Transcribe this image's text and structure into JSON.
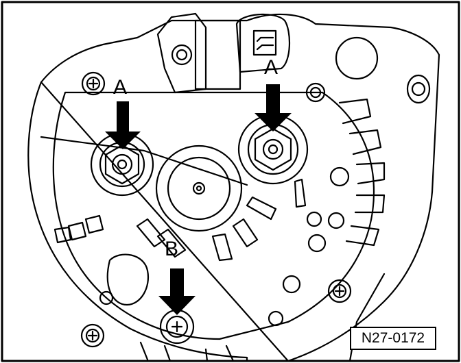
{
  "diagram": {
    "labels": {
      "a_left": "A",
      "a_right": "A",
      "b": "B"
    },
    "figure_id": "N27-0172",
    "colors": {
      "line": "#000000",
      "background": "#ffffff"
    }
  }
}
